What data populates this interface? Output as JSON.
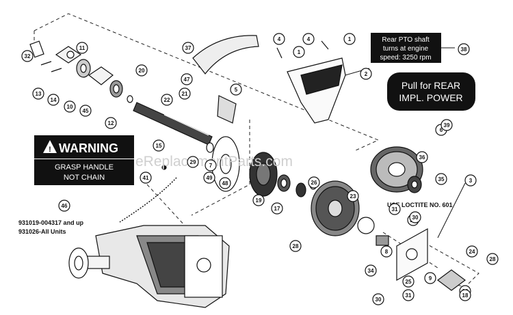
{
  "watermark": "eReplacementParts.com",
  "labels": {
    "rear_pto": [
      "Rear PTO shaft",
      "turns at engine",
      "speed: 3250 rpm"
    ],
    "pull_rear": [
      "Pull for REAR",
      "IMPL. POWER"
    ],
    "warning_title": "WARNING",
    "warning_body": [
      "GRASP HANDLE",
      "NOT CHAIN"
    ],
    "serial_note": [
      "931019-004317 and up",
      "931026-All Units"
    ],
    "loctite": "USE LOCTITE NO. 601"
  },
  "callouts": [
    "1",
    "1",
    "2",
    "3",
    "4",
    "4",
    "5",
    "6",
    "7",
    "8",
    "9",
    "10",
    "11",
    "12",
    "13",
    "14",
    "15",
    "16",
    "17",
    "18",
    "19",
    "20",
    "21",
    "22",
    "23",
    "24",
    "25",
    "26",
    "27",
    "28",
    "28",
    "29",
    "30",
    "30",
    "31",
    "31",
    "32",
    "34",
    "35",
    "36",
    "37",
    "38",
    "39",
    "41",
    "45",
    "46",
    "47",
    "48",
    "49"
  ]
}
